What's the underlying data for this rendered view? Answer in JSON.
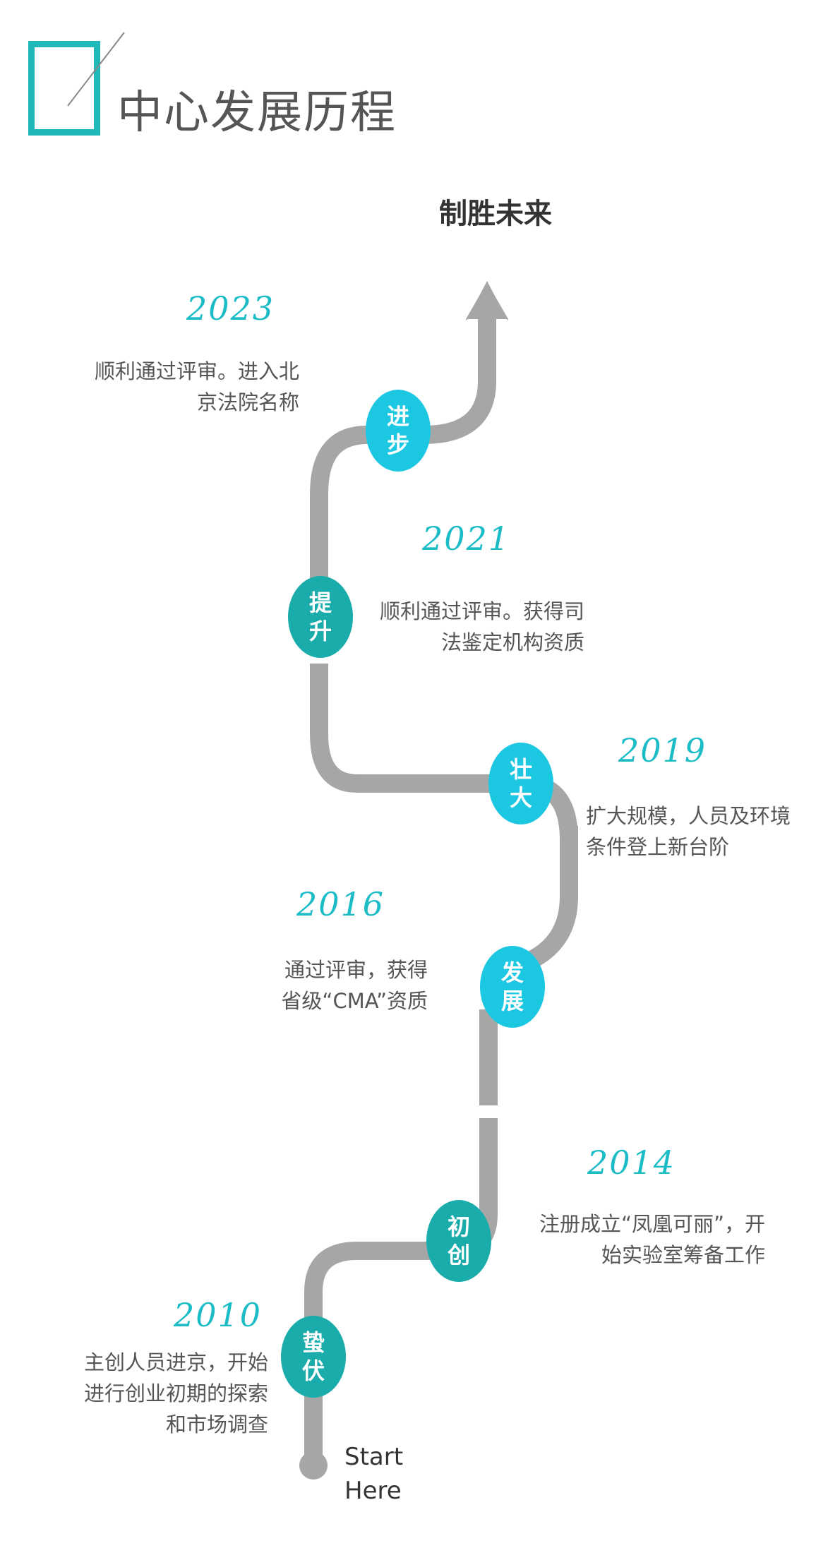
{
  "header": {
    "title": "中心发展历程"
  },
  "goal": "制胜未来",
  "start": {
    "line1": "Start",
    "line2": "Here"
  },
  "colors": {
    "teal_dark": "#1aabab",
    "teal_light": "#1cc7e2",
    "path_gray": "#a6a6a6"
  },
  "milestones": [
    {
      "year": "2010",
      "node": [
        "蛰",
        "伏"
      ],
      "desc": [
        "主创人员进京，开始",
        "进行创业初期的探索",
        "和市场调查"
      ]
    },
    {
      "year": "2014",
      "node": [
        "初",
        "创"
      ],
      "desc": [
        "注册成立“凤凰可丽”，开",
        "始实验室筹备工作"
      ]
    },
    {
      "year": "2016",
      "node": [
        "发",
        "展"
      ],
      "desc": [
        "通过评审，获得",
        "省级“CMA”资质"
      ]
    },
    {
      "year": "2019",
      "node": [
        "壮",
        "大"
      ],
      "desc": [
        "扩大规模，人员及环境",
        "条件登上新台阶"
      ]
    },
    {
      "year": "2021",
      "node": [
        "提",
        "升"
      ],
      "desc": [
        "顺利通过评审。获得司",
        "法鉴定机构资质"
      ]
    },
    {
      "year": "2023",
      "node": [
        "进",
        "步"
      ],
      "desc": [
        "顺利通过评审。进入北",
        "京法院名称"
      ]
    }
  ]
}
